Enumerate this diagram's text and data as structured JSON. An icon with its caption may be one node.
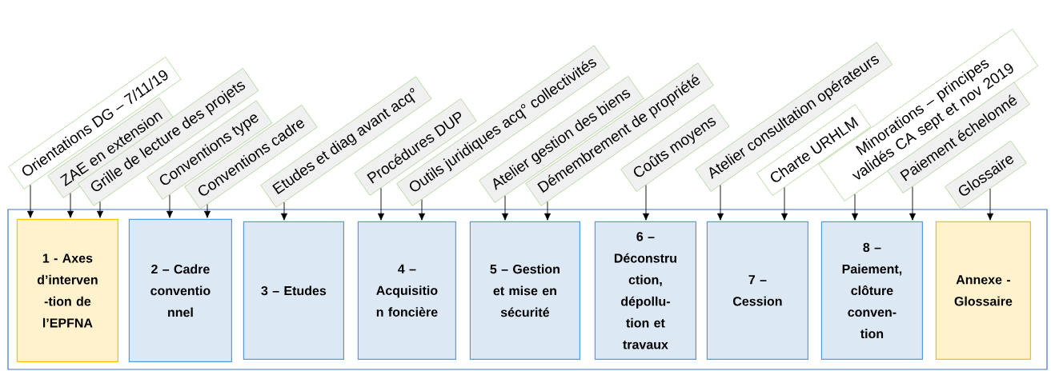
{
  "diagram": {
    "nodes": [
      {
        "text": [],
        "shape": "box"
      },
      {
        "text": [
          "1 - Axes d’interven -tion de l’EPFNA"
        ],
        "in": 0
      },
      {
        "text": [
          "2 – Cadre conventio nnel"
        ],
        "in": 0
      },
      {
        "text": [
          "3 – Etudes"
        ],
        "in": 0
      },
      {
        "text": [
          "4 – Acquisitio n foncière"
        ],
        "in": 0
      },
      {
        "text": [
          "5 – Gestion et mise en sécurité"
        ],
        "in": 0
      },
      {
        "text": [
          "6 – Déconstru ction, dépollu- tion et travaux"
        ],
        "in": 0
      },
      {
        "text": [
          "7 – Cession"
        ],
        "in": 0
      },
      {
        "text": [
          "8 – Paiement, clôture conven- tion"
        ],
        "in": 0
      },
      {
        "text": [
          "Annexe - Glossaire"
        ],
        "in": 0
      },
      {
        "text": [
          "Orientations DG – 7/11/19"
        ]
      },
      {
        "text": [
          "ZAE en extension"
        ]
      },
      {
        "text": [
          "Grille de lecture des projets"
        ]
      },
      {
        "text": [
          "Conventions type"
        ]
      },
      {
        "text": [
          "Conventions cadre"
        ]
      },
      {
        "text": [
          "Etudes et diag avant acq°"
        ]
      },
      {
        "text": [
          "Procédures DUP"
        ]
      },
      {
        "text": [
          "Outils juridiques acq° collectivités"
        ]
      },
      {
        "text": [
          "Atelier gestion des biens"
        ]
      },
      {
        "text": [
          "Démembrement de propriété"
        ]
      },
      {
        "text": [
          "Coûts moyens"
        ]
      },
      {
        "text": [
          "Atelier consultation opérateurs"
        ]
      },
      {
        "text": [
          "Charte URHLM"
        ]
      },
      {
        "text": [
          "Minorations – principes validés CA sept et nov 2019"
        ]
      },
      {
        "text": [
          "Paiement échelonné"
        ]
      },
      {
        "text": [
          "Glossaire"
        ]
      }
    ],
    "edges": [
      {
        "from": 10,
        "to": 1,
        "arrow": "to"
      },
      {
        "from": 11,
        "to": 1,
        "arrow": "to"
      },
      {
        "from": 12,
        "to": 1,
        "arrow": "to"
      },
      {
        "from": 13,
        "to": 2,
        "arrow": "to"
      },
      {
        "from": 14,
        "to": 2,
        "arrow": "to"
      },
      {
        "from": 15,
        "to": 3,
        "arrow": "to"
      },
      {
        "from": 16,
        "to": 4,
        "arrow": "to"
      },
      {
        "from": 17,
        "to": 4,
        "arrow": "to"
      },
      {
        "from": 18,
        "to": 5,
        "arrow": "to"
      },
      {
        "from": 19,
        "to": 5,
        "arrow": "to"
      },
      {
        "from": 20,
        "to": 6,
        "arrow": "to"
      },
      {
        "from": 21,
        "to": 7,
        "arrow": "to"
      },
      {
        "from": 22,
        "to": 7,
        "arrow": "to"
      },
      {
        "from": 23,
        "to": 8,
        "arrow": "to"
      },
      {
        "from": 24,
        "to": 8,
        "arrow": "to"
      },
      {
        "from": 25,
        "to": 9,
        "arrow": "to"
      }
    ]
  }
}
